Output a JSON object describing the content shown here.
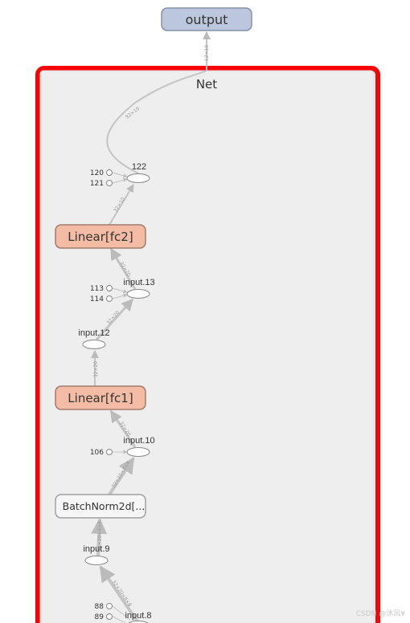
{
  "nodes": {
    "output": "output",
    "net": "Net",
    "n122": "122",
    "c120": "120",
    "c121": "121",
    "fc2": "Linear[fc2]",
    "input13": "input.13",
    "c113": "113",
    "c114": "114",
    "input12": "input.12",
    "fc1": "Linear[fc1]",
    "input10": "input.10",
    "c106": "106",
    "batchnorm": "BatchNorm2d[...",
    "input9": "input.9",
    "c88": "88",
    "c89": "89",
    "input8": "input.8"
  },
  "edge_labels": {
    "e1": "12×10",
    "e2": "32×10",
    "e3": "32×10",
    "e4": "32×20",
    "e5": "32×20",
    "e6": "32×20",
    "e7": "32×20",
    "e8": "32×20×4×4",
    "e9": "32×20×4×4",
    "e10": "32×20×8×8"
  },
  "watermark": "CSDN @沐风¥",
  "colors": {
    "output_fill": "#bcc7de",
    "linear_fill": "#f4bca4",
    "highlight_border": "#ff0000",
    "group_fill": "#eeeeee"
  }
}
